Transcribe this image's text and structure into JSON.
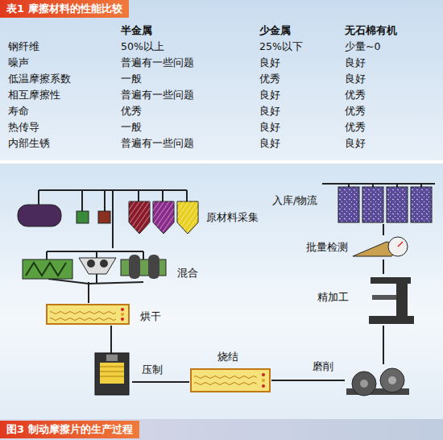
{
  "diagram": {
    "title": "表1 摩擦材料的性能比较",
    "caption": "图3 制动摩擦片的生产过程",
    "nodes": [
      {
        "text": [
          "原材料采集"
        ]
      },
      {
        "text": [
          "混合"
        ]
      },
      {
        "text": [
          "烘干"
        ]
      },
      {
        "text": [
          "压制"
        ]
      },
      {
        "text": [
          "烧结"
        ]
      },
      {
        "text": [
          "磨削"
        ]
      },
      {
        "text": [
          "精加工"
        ]
      },
      {
        "text": [
          "批量检测"
        ]
      },
      {
        "text": [
          "入库/物流"
        ]
      }
    ],
    "edges": [
      {
        "from": 0,
        "to": 1,
        "arrow": "none"
      },
      {
        "from": 1,
        "to": 2,
        "arrow": "none"
      },
      {
        "from": 2,
        "to": 3,
        "arrow": "none"
      },
      {
        "from": 3,
        "to": 4,
        "arrow": "none"
      },
      {
        "from": 4,
        "to": 5,
        "arrow": "none"
      },
      {
        "from": 5,
        "to": 6,
        "arrow": "none"
      },
      {
        "from": 6,
        "to": 7,
        "arrow": "none"
      },
      {
        "from": 7,
        "to": 8,
        "arrow": "none"
      }
    ],
    "labels": [
      "半金属",
      "少金属",
      "无石棉有机",
      "钢纤维",
      "50%以上",
      "25%以下",
      "少量~0",
      "噪声",
      "普遍有一些问题",
      "良好",
      "良好",
      "低温摩擦系数",
      "一般",
      "优秀",
      "良好",
      "相互摩擦性",
      "普遍有一些问题",
      "良好",
      "优秀",
      "寿命",
      "优秀",
      "良好",
      "优秀",
      "热传导",
      "一般",
      "良好",
      "优秀",
      "内部生锈",
      "普遍有一些问题",
      "良好",
      "良好"
    ]
  }
}
